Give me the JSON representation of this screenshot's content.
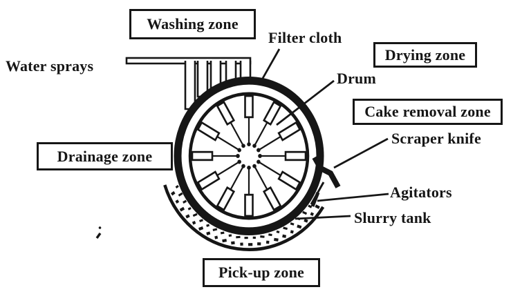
{
  "diagram": {
    "labels": {
      "washing_zone": "Washing zone",
      "water_sprays": "Water sprays",
      "filter_cloth": "Filter cloth",
      "drying_zone": "Drying zone",
      "drum": "Drum",
      "cake_removal_zone": "Cake removal zone",
      "scraper_knife": "Scraper knife",
      "drainage_zone": "Drainage zone",
      "agitators": "Agitators",
      "slurry_tank": "Slurry tank",
      "pickup_zone": "Pick-up zone"
    },
    "colors": {
      "ink": "#161616",
      "paper": "#ffffff"
    }
  }
}
